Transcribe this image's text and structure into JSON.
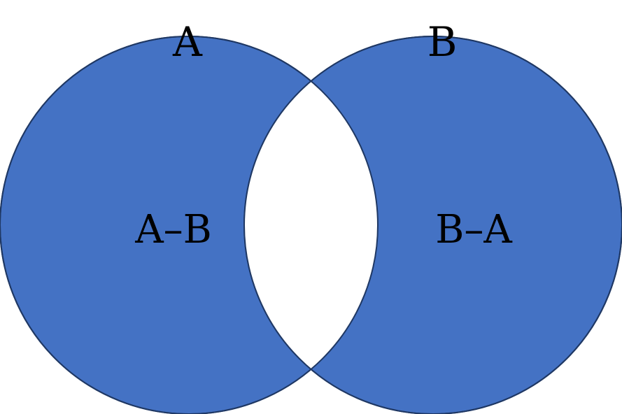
{
  "diagram": {
    "set_a_label": "A",
    "set_b_label": "B",
    "left_region_label": "A–B",
    "right_region_label": "B–A"
  },
  "colors": {
    "fill": "#4472C4",
    "stroke": "#1F3864",
    "intersection": "#FFFFFF"
  }
}
